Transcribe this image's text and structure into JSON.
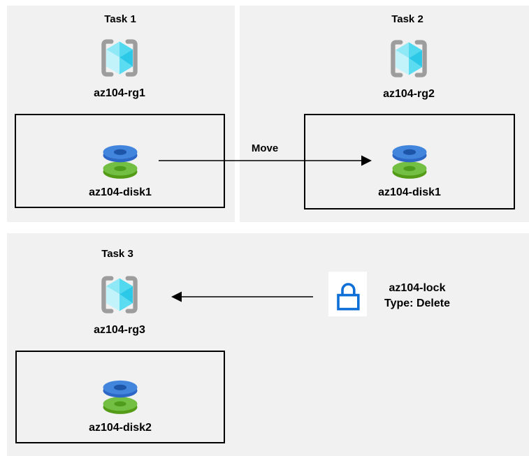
{
  "panels": [
    {
      "title": "Task 1",
      "rg_label": "az104-rg1",
      "disk_label": "az104-disk1"
    },
    {
      "title": "Task 2",
      "rg_label": "az104-rg2",
      "disk_label": "az104-disk1"
    },
    {
      "title": "Task 3",
      "rg_label": "az104-rg3",
      "disk_label": "az104-disk2"
    }
  ],
  "arrows": {
    "move_label": "Move"
  },
  "lock": {
    "name": "az104-lock",
    "type": "Type: Delete"
  },
  "icons": {
    "resource_group": "resource-group-icon",
    "disk": "disk-icon",
    "lock": "lock-icon"
  },
  "colors": {
    "panel_bg": "#f1f1f1",
    "box_border": "#000000",
    "text": "#000000",
    "bracket_gray": "#9d9d9d",
    "cube_top_left": "#8fe8f5",
    "cube_top_right": "#52d9ef",
    "cube_left": "#c2f3fa",
    "cube_bottom_mid": "#5cdcf1",
    "cube_right": "#2bc9e7",
    "disk_blue_top": "#4285dc",
    "disk_blue_side": "#2c67c6",
    "disk_blue_hole": "#1d55a8",
    "disk_green_top": "#72bf44",
    "disk_green_side": "#549c17",
    "disk_green_hole": "#4e9c1c",
    "lock_blue": "#0e6fd6",
    "arrow_black": "#000000"
  }
}
